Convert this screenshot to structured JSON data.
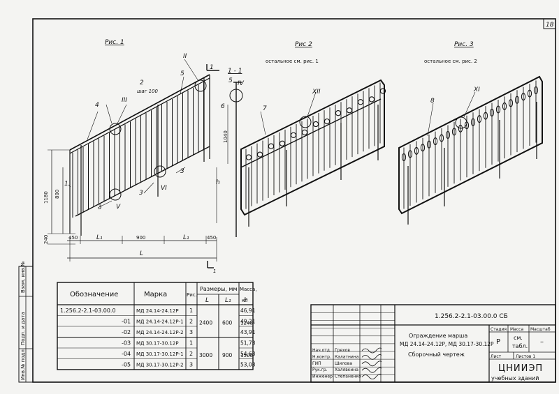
{
  "sheet_number": "18",
  "figures": [
    {
      "title": "Рис. 1",
      "subtitle": ""
    },
    {
      "title": "Рис 2",
      "subtitle": "остальное см. рис. 1"
    },
    {
      "title": "Рис. 3",
      "subtitle": "остальное см. рис. 2"
    }
  ],
  "section_label": "1 - 1",
  "callouts": {
    "pos1": "1",
    "pos2": "2",
    "pos3": "3",
    "pos4": "4",
    "pos5": "5",
    "pos6": "6",
    "pos7": "7",
    "pos8": "8",
    "detail2": "II",
    "detail3": "III",
    "detail4": "IV",
    "detail5": "V",
    "detail6": "VI",
    "detail11": "XI",
    "detail12": "XII",
    "step": "шаг 100"
  },
  "dimensions": {
    "d1180": "1180",
    "d800": "800",
    "d240": "240",
    "dh": "h",
    "d450a": "450",
    "l1a": "L₁",
    "d900": "900",
    "l1b": "L₁",
    "d450b": "450",
    "L": "L",
    "d1040": "1040"
  },
  "spec_table": {
    "headers": {
      "designation": "Обозначение",
      "mark": "Марка",
      "fig": "Рис.",
      "sizes": "Размеры, мм",
      "L": "L",
      "L1": "L₁",
      "h": "h",
      "mass": "Масса,",
      "mass_unit": "кг"
    },
    "rows": [
      {
        "designation": "1.256.2-2.1-03.00.0",
        "mark": "МД 24.14-24.12Р",
        "fig": "1",
        "L": "",
        "L1": "",
        "h": "",
        "mass": "46,91"
      },
      {
        "designation": "-01",
        "mark": "МД 24.14-24.12Р-1",
        "fig": "2",
        "L": "2400",
        "L1": "600",
        "h": "1248",
        "mass": "49,21"
      },
      {
        "designation": "-02",
        "mark": "МД 24.14-24.12Р-2",
        "fig": "3",
        "L": "",
        "L1": "",
        "h": "",
        "mass": "43,91"
      },
      {
        "designation": "-03",
        "mark": "МД 30.17-30.12Р",
        "fig": "1",
        "L": "",
        "L1": "",
        "h": "",
        "mass": "51,73"
      },
      {
        "designation": "-04",
        "mark": "МД 30.17-30.12Р-1",
        "fig": "2",
        "L": "3000",
        "L1": "900",
        "h": "1500",
        "mass": "54,63"
      },
      {
        "designation": "-05",
        "mark": "МД 30.17-30.12Р-2",
        "fig": "3",
        "L": "",
        "L1": "",
        "h": "",
        "mass": "53,03"
      }
    ]
  },
  "title_block": {
    "code": "1.256.2-2.1-03.00.0 СБ",
    "name_line1": "Ограждение марша",
    "name_line2": "МД 24.14-24.12Р, МД 30.17-30.12Р",
    "name_line3": "Сборочный чертеж",
    "stage_label": "Стадия",
    "mass_label": "Масса",
    "scale_label": "Масштаб",
    "stage_value": "Р",
    "mass_value_1": "см.",
    "mass_value_2": "табл.",
    "scale_value": "–",
    "sheet_label": "Лист",
    "sheets_label": "Листов 1",
    "org_line1": "ЦНИИЭП",
    "org_line2": "учебных зданий",
    "staff": [
      {
        "role": "Нач.отд.",
        "name": "Грехов"
      },
      {
        "role": "Н.контр.",
        "name": "Калатнина"
      },
      {
        "role": "ГИП",
        "name": "Шилова"
      },
      {
        "role": "Рук.гр.",
        "name": "Халявкина"
      },
      {
        "role": "Инженер",
        "name": "Степаненко"
      }
    ]
  },
  "margin_stamp": {
    "inv_podl": "Инв.№ подл.",
    "podp_data": "Подп. и дата",
    "vzam_inv": "Взам. инв.№"
  }
}
